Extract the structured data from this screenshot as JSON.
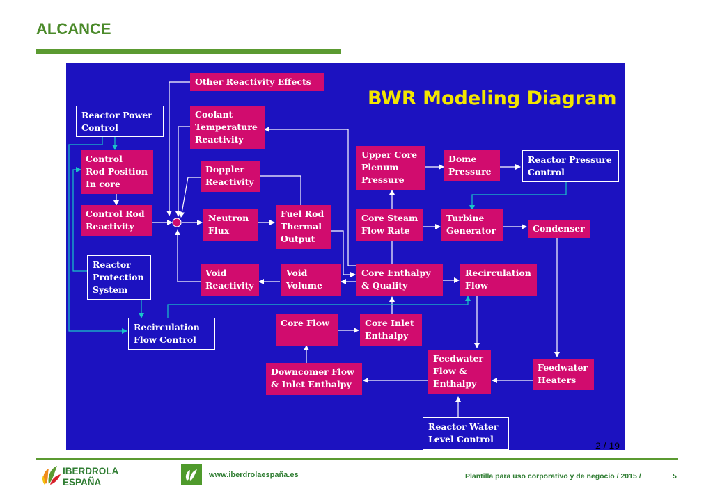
{
  "slide": {
    "title": "ALCANCE",
    "footer": {
      "logo_line1": "IBERDROLA",
      "logo_line2": "ESPAÑA",
      "website": "www.iberdrolaespaña.es",
      "note": "Plantilla para uso corporativo y de negocio / 2015 /",
      "page_number": "5"
    }
  },
  "diagram": {
    "title": "BWR Modeling Diagram",
    "page_mark": "2 / 19",
    "colors": {
      "background": "#1c12c0",
      "process_box": "#d10c6e",
      "control_box_border": "#ffffff",
      "arrow": "#ffffff",
      "control_arrow": "#19c4c8",
      "title": "#f3e600"
    },
    "nodes": {
      "other_reactivity": "Other Reactivity Effects",
      "reactor_power_control": "Reactor Power\nControl",
      "coolant_temp_reactivity": "Coolant\nTemperature\nReactivity",
      "control_rod_position": "Control\nRod Position\nIn core",
      "doppler_reactivity": "Doppler\nReactivity",
      "upper_core_plenum": "Upper Core\nPlenum\nPressure",
      "dome_pressure": "Dome\nPressure",
      "reactor_pressure_control": "Reactor Pressure\nControl",
      "control_rod_reactivity": "Control Rod\nReactivity",
      "neutron_flux": "Neutron\nFlux",
      "fuel_rod_thermal_output": "Fuel Rod\nThermal\nOutput",
      "core_steam_flow": "Core Steam\nFlow Rate",
      "turbine_generator": "Turbine\nGenerator",
      "condenser": "Condenser",
      "reactor_protection": "Reactor\nProtection\nSystem",
      "void_reactivity": "Void\nReactivity",
      "void_volume": "Void\nVolume",
      "core_enthalpy_quality": "Core Enthalpy\n& Quality",
      "recirculation_flow": "Recirculation\nFlow",
      "recirculation_flow_control": "Recirculation\nFlow Control",
      "core_flow": "Core Flow",
      "core_inlet_enthalpy": "Core Inlet\nEnthalpy",
      "feedwater_flow_enthalpy": "Feedwater\nFlow &\nEnthalpy",
      "feedwater_heaters": "Feedwater\nHeaters",
      "downcomer_flow": "Downcomer Flow\n& Inlet Enthalpy",
      "reactor_water_level_control": "Reactor Water\nLevel Control"
    }
  }
}
